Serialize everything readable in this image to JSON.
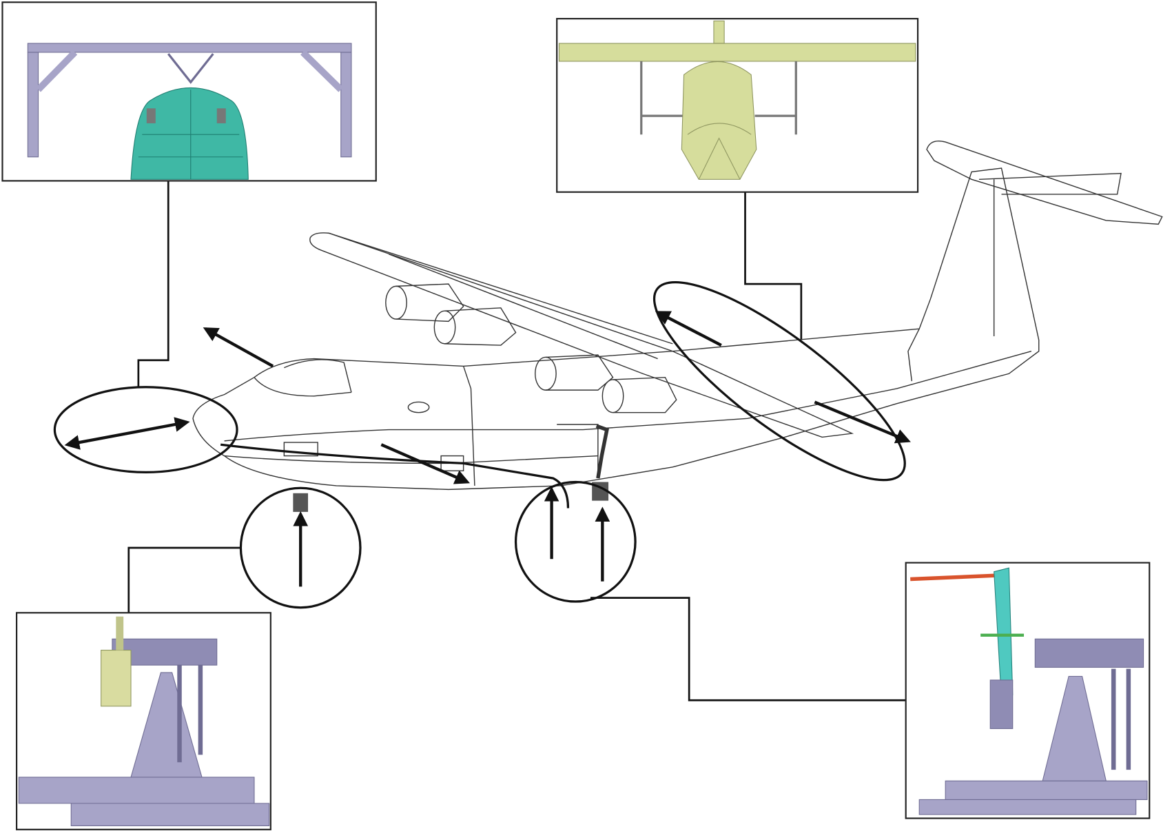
{
  "colors": {
    "fixture": "#a7a4c8",
    "fixture_dark": "#6f6c93",
    "nose_section": "#3fb8a5",
    "front_view": "#d6dd9c",
    "landing_gear": "#4fc9c0",
    "outline": "#222222"
  },
  "insets": [
    {
      "id": "nose-hoist-fixture"
    },
    {
      "id": "front-view-wing"
    },
    {
      "id": "nose-gear-fixture"
    },
    {
      "id": "main-gear-fixture"
    }
  ]
}
